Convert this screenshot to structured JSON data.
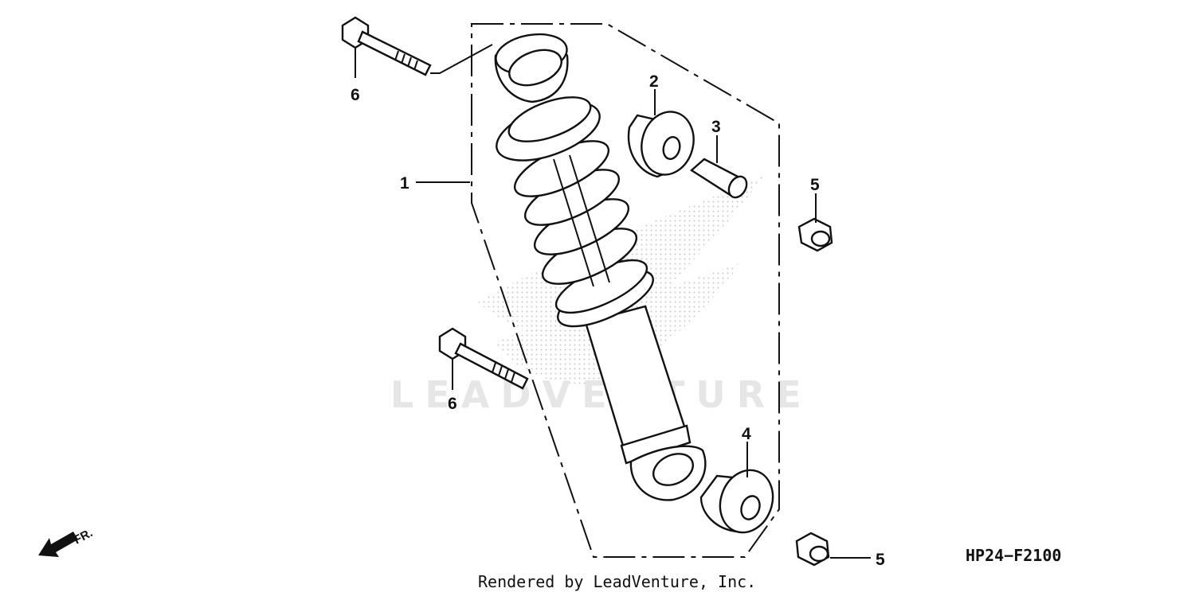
{
  "callouts": {
    "c1": "1",
    "c2": "2",
    "c3": "3",
    "c4": "4",
    "c5a": "5",
    "c5b": "5",
    "c6a": "6",
    "c6b": "6"
  },
  "part_code": "HP24−F2100",
  "credit": "Rendered by LeadVenture, Inc.",
  "watermark": "LEADVENTURE",
  "direction_label": "FR.",
  "colors": {
    "line": "#111111",
    "stipple": "#9a9a9a",
    "watermark": "#e6e6e6"
  }
}
